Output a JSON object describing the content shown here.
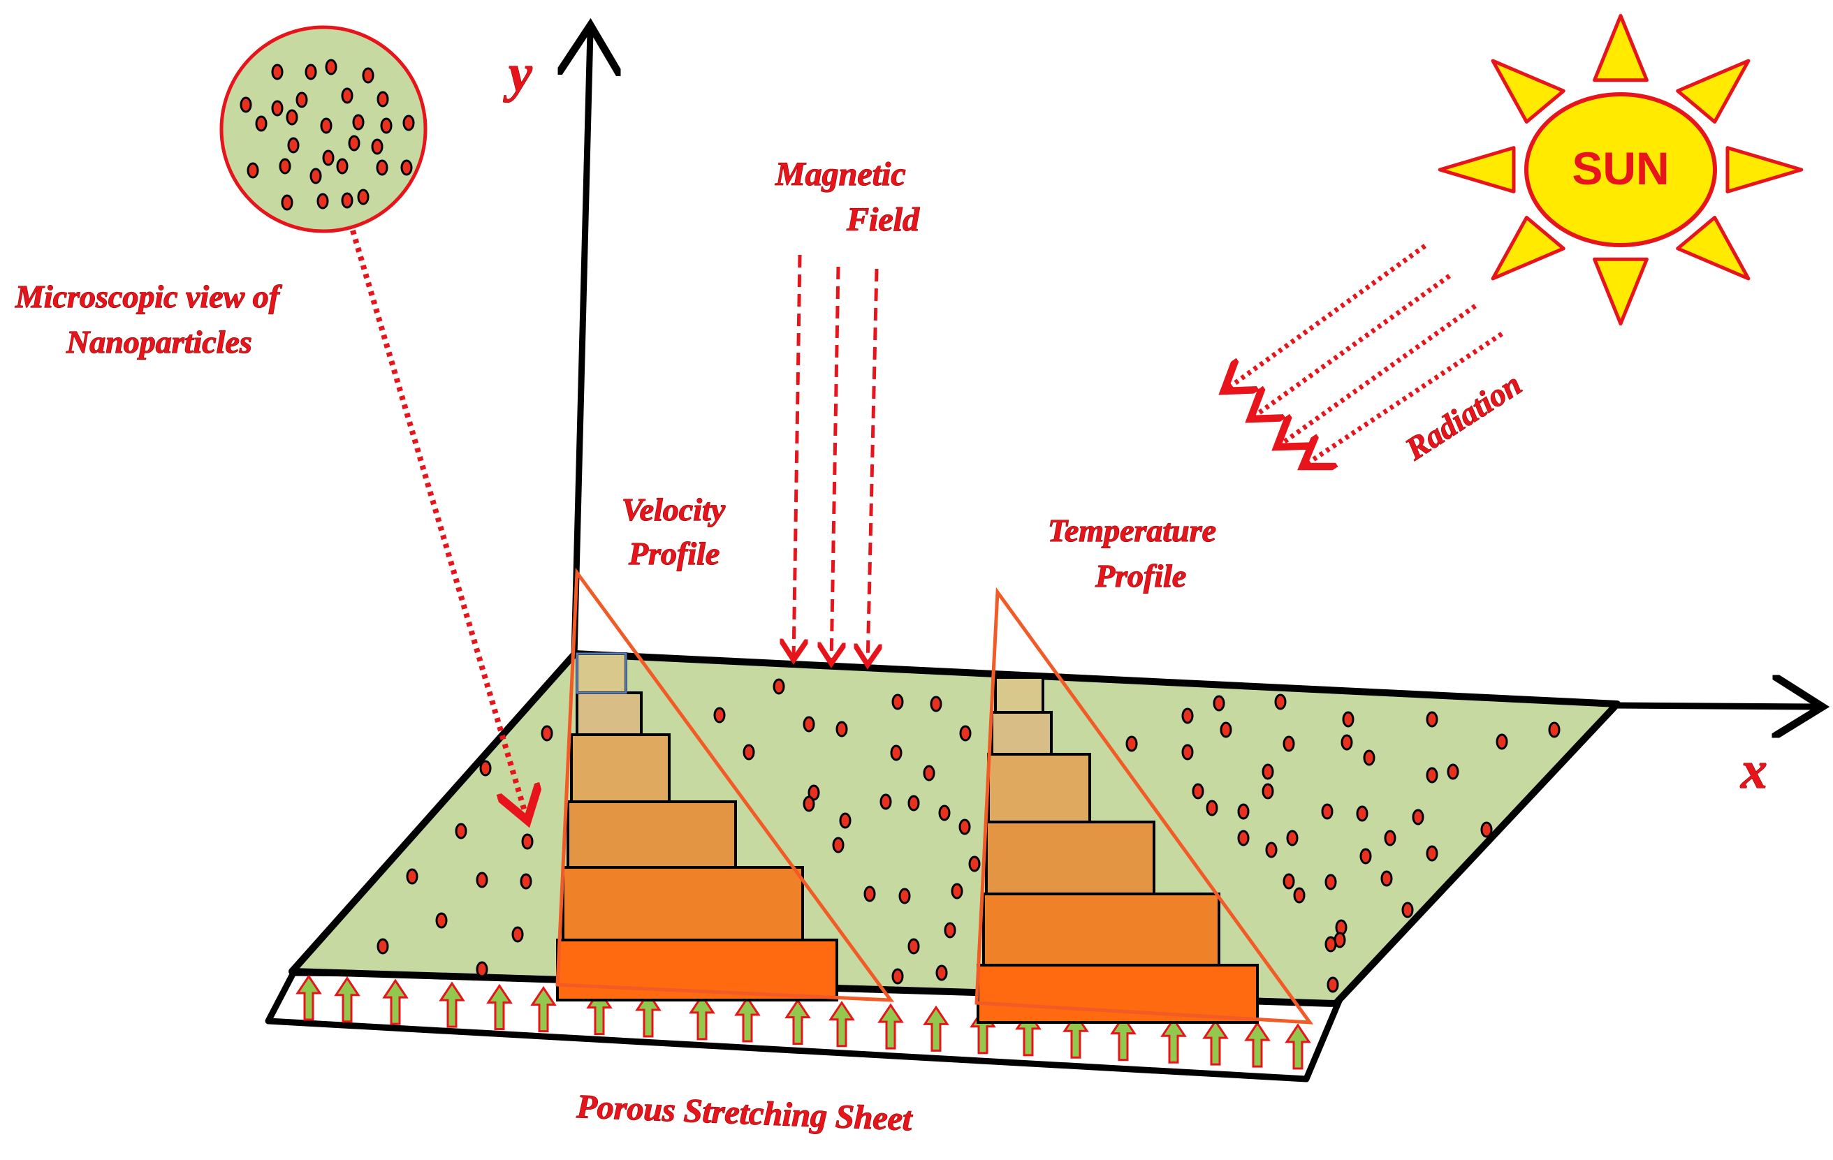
{
  "labels": {
    "y_axis": "y",
    "x_axis": "x",
    "micro_line1": "Microscopic view  of",
    "micro_line2": "Nanoparticles",
    "magnetic_line1": "Magnetic",
    "magnetic_line2": "Field",
    "velocity_line1": "Velocity",
    "velocity_line2": "Profile",
    "temperature_line1": "Temperature",
    "temperature_line2": "Profile",
    "radiation": "Radiation",
    "sun": "SUN",
    "sheet": "Porous Stretching Sheet"
  },
  "colors": {
    "label_red": "#e8141b",
    "plate_green": "#c5d9a0",
    "particle_red": "#e8311f",
    "sun_yellow": "#ffea00",
    "arrow_green": "#92c84e",
    "profile_outline": "#f25a26",
    "bar_shades": [
      "#d8c88c",
      "#d9bd86",
      "#dfaa60",
      "#e49544",
      "#ef8129",
      "#ff6a10"
    ]
  }
}
